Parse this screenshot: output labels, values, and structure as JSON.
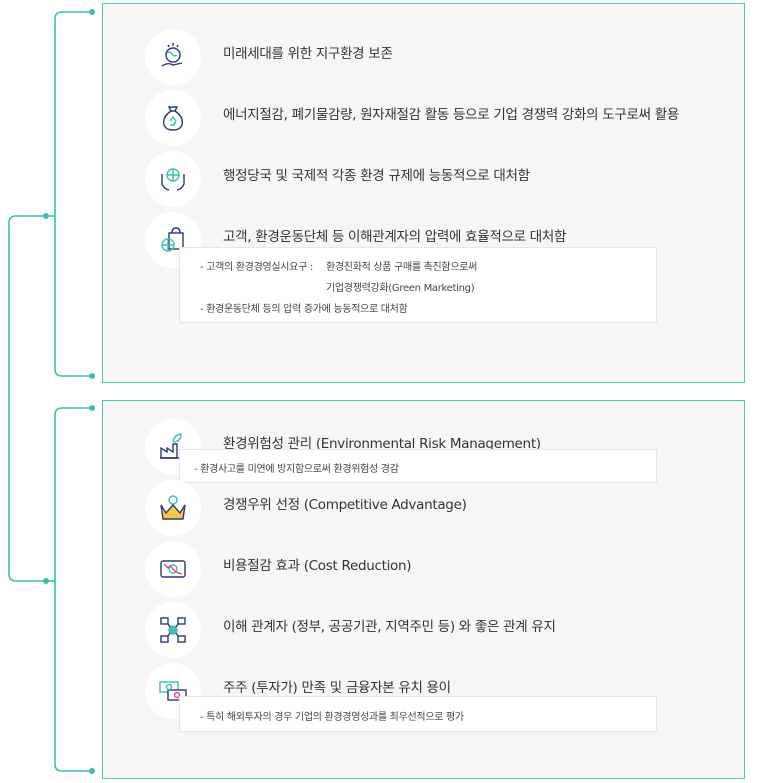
{
  "colors": {
    "accent": "#3dbfae",
    "panel_bg": "#f6f6f6",
    "icon_fill": "#2a3a7a"
  },
  "group1": {
    "items": [
      {
        "icon": "globe-hand-icon",
        "label": "미래세대를 위한 지구환경 보존"
      },
      {
        "icon": "recycle-bag-icon",
        "label": "에너지절감, 폐기물감량, 원자재절감 활동 등으로 기업 경쟁력 강화의  도구로써 활용"
      },
      {
        "icon": "hands-globe-icon",
        "label": "행정당국 및 국제적 각종 환경 규제에 능동적으로 대처함"
      },
      {
        "icon": "shopping-bag-globe-icon",
        "label": "고객, 환경운동단체 등 이해관계자의 압력에 효율적으로 대처함"
      }
    ],
    "note": {
      "line1_prefix": "-  고객의 환경경영실시요구 :",
      "line1_text": "환경친화적 상품 구매를 촉진함으로써",
      "line2_text": "기업경쟁력강화(Green Marketing)",
      "line3": "-  환경운동단체 등의 압력 증가에 능동적으로 대처함"
    }
  },
  "group2": {
    "items": [
      {
        "icon": "factory-plant-icon",
        "label": "환경위험성 관리 (Environmental Risk Management)"
      },
      {
        "icon": "crown-person-icon",
        "label": "경쟁우위 선정 (Competitive Advantage)"
      },
      {
        "icon": "cost-down-icon",
        "label": "비용절감 효과 (Cost Reduction)"
      },
      {
        "icon": "network-people-icon",
        "label": "이해 관계자 (정부, 공공기관, 지역주민 등) 와 좋은 관계 유지"
      },
      {
        "icon": "money-exchange-icon",
        "label": "주주 (투자가) 만족 및 금융자본 유치 용이"
      }
    ],
    "note1": "- 환경사고를 미연에 방지함으로써 환경위험성 경감",
    "note2": "- 특히 해외투자의 경우 기업의 환경경영성과를 최우선적으로 평가"
  }
}
